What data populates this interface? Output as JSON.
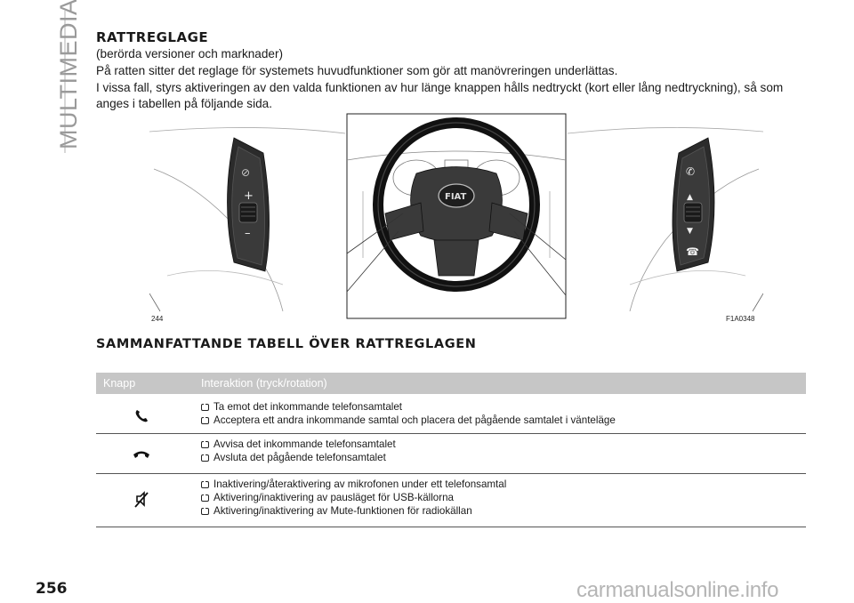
{
  "sidebar": {
    "section": "MULTIMEDIA"
  },
  "heading": "RATTREGLAGE",
  "paragraphs": [
    "(berörda versioner och marknader)",
    "På ratten sitter det reglage för systemets huvudfunktioner som gör att manövreringen underlättas.",
    "I vissa fall, styrs aktiveringen av den valda funktionen av hur länge knappen hålls nedtryckt (kort eller lång nedtryckning), så som",
    "anges i tabellen på följande sida."
  ],
  "figure": {
    "number": "244",
    "code": "F1A0348"
  },
  "table_heading": "SAMMANFATTANDE TABELL ÖVER RATTREGLAGEN",
  "table": {
    "columns": [
      "Knapp",
      "Interaktion (tryck/rotation)"
    ],
    "rows": [
      {
        "icon": "phone-answer-icon",
        "lines": [
          "Ta emot det inkommande telefonsamtalet",
          "Acceptera ett andra inkommande samtal och placera det pågående samtalet i vänteläge"
        ]
      },
      {
        "icon": "phone-hangup-icon",
        "lines": [
          "Avvisa det inkommande telefonsamtalet",
          "Avsluta det pågående telefonsamtalet"
        ]
      },
      {
        "icon": "mute-icon",
        "lines": [
          "Inaktivering/återaktivering av mikrofonen under ett telefonsamtal",
          "Aktivering/inaktivering av pausläget för USB-källorna",
          "Aktivering/inaktivering av Mute-funktionen för radiokällan"
        ]
      }
    ]
  },
  "page_number": "256",
  "watermark": "carmanualsonline.info"
}
